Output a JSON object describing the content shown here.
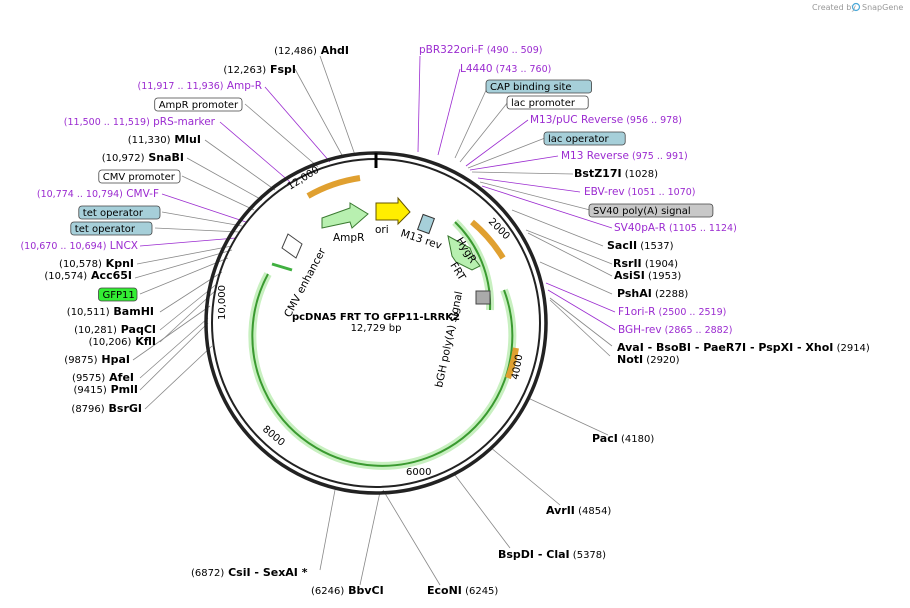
{
  "credit": {
    "created_by": "Created by",
    "brand": "SnapGene"
  },
  "plasmid": {
    "name": "pcDNA5 FRT TO GFP11-LRRK2",
    "length": "12,729 bp"
  },
  "ruler": [
    "2000",
    "4000",
    "6000",
    "8000",
    "10,000",
    "12,000"
  ],
  "features": [
    "AmpR",
    "ori",
    "M13 rev",
    "HygR",
    "FRT",
    "bGH poly(A) signal",
    "CMV enhancer"
  ],
  "labels": [
    {
      "id": "ahdi",
      "parts": [
        [
          "(12,486)",
          "pos"
        ],
        [
          "  AhdI",
          "site"
        ]
      ]
    },
    {
      "id": "fspi",
      "parts": [
        [
          "(12,263)",
          "pos"
        ],
        [
          "  FspI",
          "site"
        ]
      ]
    },
    {
      "id": "ampr-p",
      "parts": [
        [
          "(11,917 .. 11,936)",
          "primpos"
        ],
        [
          "  Amp-R",
          "prim"
        ]
      ]
    },
    {
      "id": "ampr-prom",
      "box": "white",
      "text": "AmpR promoter"
    },
    {
      "id": "prs",
      "parts": [
        [
          "(11,500 .. 11,519)",
          "primpos"
        ],
        [
          "  pRS-marker",
          "prim"
        ]
      ]
    },
    {
      "id": "mlui",
      "parts": [
        [
          "(11,330)",
          "pos"
        ],
        [
          "  MluI",
          "site"
        ]
      ]
    },
    {
      "id": "snabi",
      "parts": [
        [
          "(10,972)",
          "pos"
        ],
        [
          "  SnaBI",
          "site"
        ]
      ]
    },
    {
      "id": "cmv-prom",
      "box": "white",
      "text": "CMV promoter"
    },
    {
      "id": "cmvf",
      "parts": [
        [
          "(10,774 .. 10,794)",
          "primpos"
        ],
        [
          "  CMV-F",
          "prim"
        ]
      ]
    },
    {
      "id": "teto1",
      "box": "blue",
      "text": "tet operator"
    },
    {
      "id": "teto2",
      "box": "blue",
      "text": "tet operator"
    },
    {
      "id": "lncx",
      "parts": [
        [
          "(10,670 .. 10,694)",
          "primpos"
        ],
        [
          "  LNCX",
          "prim"
        ]
      ]
    },
    {
      "id": "kpni",
      "parts": [
        [
          "(10,578)",
          "pos"
        ],
        [
          "  KpnI",
          "site"
        ]
      ]
    },
    {
      "id": "acc65i",
      "parts": [
        [
          "(10,574)",
          "pos"
        ],
        [
          "  Acc65I",
          "site"
        ]
      ]
    },
    {
      "id": "gfp11",
      "box": "green",
      "text": "GFP11"
    },
    {
      "id": "bamhi",
      "parts": [
        [
          "(10,511)",
          "pos"
        ],
        [
          "  BamHI",
          "site"
        ]
      ]
    },
    {
      "id": "paqci",
      "parts": [
        [
          "(10,281)",
          "pos"
        ],
        [
          "  PaqCI",
          "site"
        ]
      ]
    },
    {
      "id": "kfli",
      "parts": [
        [
          "(10,206)",
          "pos"
        ],
        [
          "  KflI",
          "site"
        ]
      ]
    },
    {
      "id": "hpai",
      "parts": [
        [
          "(9875)",
          "pos"
        ],
        [
          "  HpaI",
          "site"
        ]
      ]
    },
    {
      "id": "afei",
      "parts": [
        [
          "(9575)",
          "pos"
        ],
        [
          "  AfeI",
          "site"
        ]
      ]
    },
    {
      "id": "pmli",
      "parts": [
        [
          "(9415)",
          "pos"
        ],
        [
          "  PmlI",
          "site"
        ]
      ]
    },
    {
      "id": "bsrgi",
      "parts": [
        [
          "(8796)",
          "pos"
        ],
        [
          "  BsrGI",
          "site"
        ]
      ]
    },
    {
      "id": "csii",
      "parts": [
        [
          "(6872)",
          "pos"
        ],
        [
          "  CsiI",
          "site"
        ],
        [
          "   -  SexAI  *",
          "site"
        ]
      ]
    },
    {
      "id": "bbvci",
      "parts": [
        [
          "(6246)",
          "pos"
        ],
        [
          "  BbvCI",
          "site"
        ]
      ]
    },
    {
      "id": "econi",
      "parts": [
        [
          "EcoNI",
          "site"
        ],
        [
          "  (6245)",
          "pos"
        ]
      ]
    },
    {
      "id": "bspdi",
      "parts": [
        [
          "BspDI",
          "site"
        ],
        [
          "   -  ClaI",
          "site"
        ],
        [
          "  (5378)",
          "pos"
        ]
      ]
    },
    {
      "id": "avrii",
      "parts": [
        [
          "AvrII",
          "site"
        ],
        [
          "  (4854)",
          "pos"
        ]
      ]
    },
    {
      "id": "paci",
      "parts": [
        [
          "PacI",
          "site"
        ],
        [
          "  (4180)",
          "pos"
        ]
      ]
    },
    {
      "id": "notI",
      "parts": [
        [
          "NotI",
          "site"
        ],
        [
          "  (2920)",
          "pos"
        ]
      ]
    },
    {
      "id": "avai",
      "parts": [
        [
          "AvaI",
          "site"
        ],
        [
          "  -  BsoBI",
          "site"
        ],
        [
          "   -  PaeR7I",
          "site"
        ],
        [
          "   -  PspXI",
          "site"
        ],
        [
          "  -  XhoI",
          "site"
        ],
        [
          "  (2914)",
          "pos"
        ]
      ]
    },
    {
      "id": "bghrev",
      "parts": [
        [
          "BGH-rev",
          "prim"
        ],
        [
          "  (2865 .. 2882)",
          "primpos"
        ]
      ]
    },
    {
      "id": "f1ori",
      "parts": [
        [
          "F1ori-R",
          "prim"
        ],
        [
          "  (2500 .. 2519)",
          "primpos"
        ]
      ]
    },
    {
      "id": "pshai",
      "parts": [
        [
          "PshAI",
          "site"
        ],
        [
          "  (2288)",
          "pos"
        ]
      ]
    },
    {
      "id": "asisi",
      "parts": [
        [
          "AsiSI",
          "site"
        ],
        [
          "  (1953)",
          "pos"
        ]
      ]
    },
    {
      "id": "rsrii",
      "parts": [
        [
          "RsrII",
          "site"
        ],
        [
          "  (1904)",
          "pos"
        ]
      ]
    },
    {
      "id": "sacii",
      "parts": [
        [
          "SacII",
          "site"
        ],
        [
          "  (1537)",
          "pos"
        ]
      ]
    },
    {
      "id": "sv40pa",
      "parts": [
        [
          "SV40pA-R",
          "prim"
        ],
        [
          "  (1105 .. 1124)",
          "primpos"
        ]
      ]
    },
    {
      "id": "sv40sig",
      "box": "gray",
      "text": "SV40 poly(A) signal"
    },
    {
      "id": "ebvrev",
      "parts": [
        [
          "EBV-rev",
          "prim"
        ],
        [
          "  (1051 .. 1070)",
          "primpos"
        ]
      ]
    },
    {
      "id": "bstz17i",
      "parts": [
        [
          "BstZ17I",
          "site"
        ],
        [
          "  (1028)",
          "pos"
        ]
      ]
    },
    {
      "id": "m13rev",
      "parts": [
        [
          "M13 Reverse",
          "prim"
        ],
        [
          "  (975 .. 991)",
          "primpos"
        ]
      ]
    },
    {
      "id": "lacop",
      "box": "blue",
      "text": "lac operator"
    },
    {
      "id": "m13puc",
      "parts": [
        [
          "M13/pUC Reverse",
          "prim"
        ],
        [
          "  (956 .. 978)",
          "primpos"
        ]
      ]
    },
    {
      "id": "lacprom",
      "box": "white",
      "text": "lac promoter"
    },
    {
      "id": "cap",
      "box": "blue",
      "text": "CAP binding site"
    },
    {
      "id": "l4440",
      "parts": [
        [
          "L4440",
          "prim"
        ],
        [
          "  (743 .. 760)",
          "primpos"
        ]
      ]
    },
    {
      "id": "pbr",
      "parts": [
        [
          "pBR322ori-F",
          "prim"
        ],
        [
          "  (490 .. 509)",
          "primpos"
        ]
      ]
    }
  ],
  "colors": {
    "site_line": "#888888",
    "primer": "#9b2bd0",
    "box_blue": "#a6cfd9",
    "box_green": "#33ee33",
    "box_gray": "#c8c8c8",
    "orange": "#e0a030",
    "feature_green": "#b8f0b0",
    "yellow": "#ffee00"
  }
}
